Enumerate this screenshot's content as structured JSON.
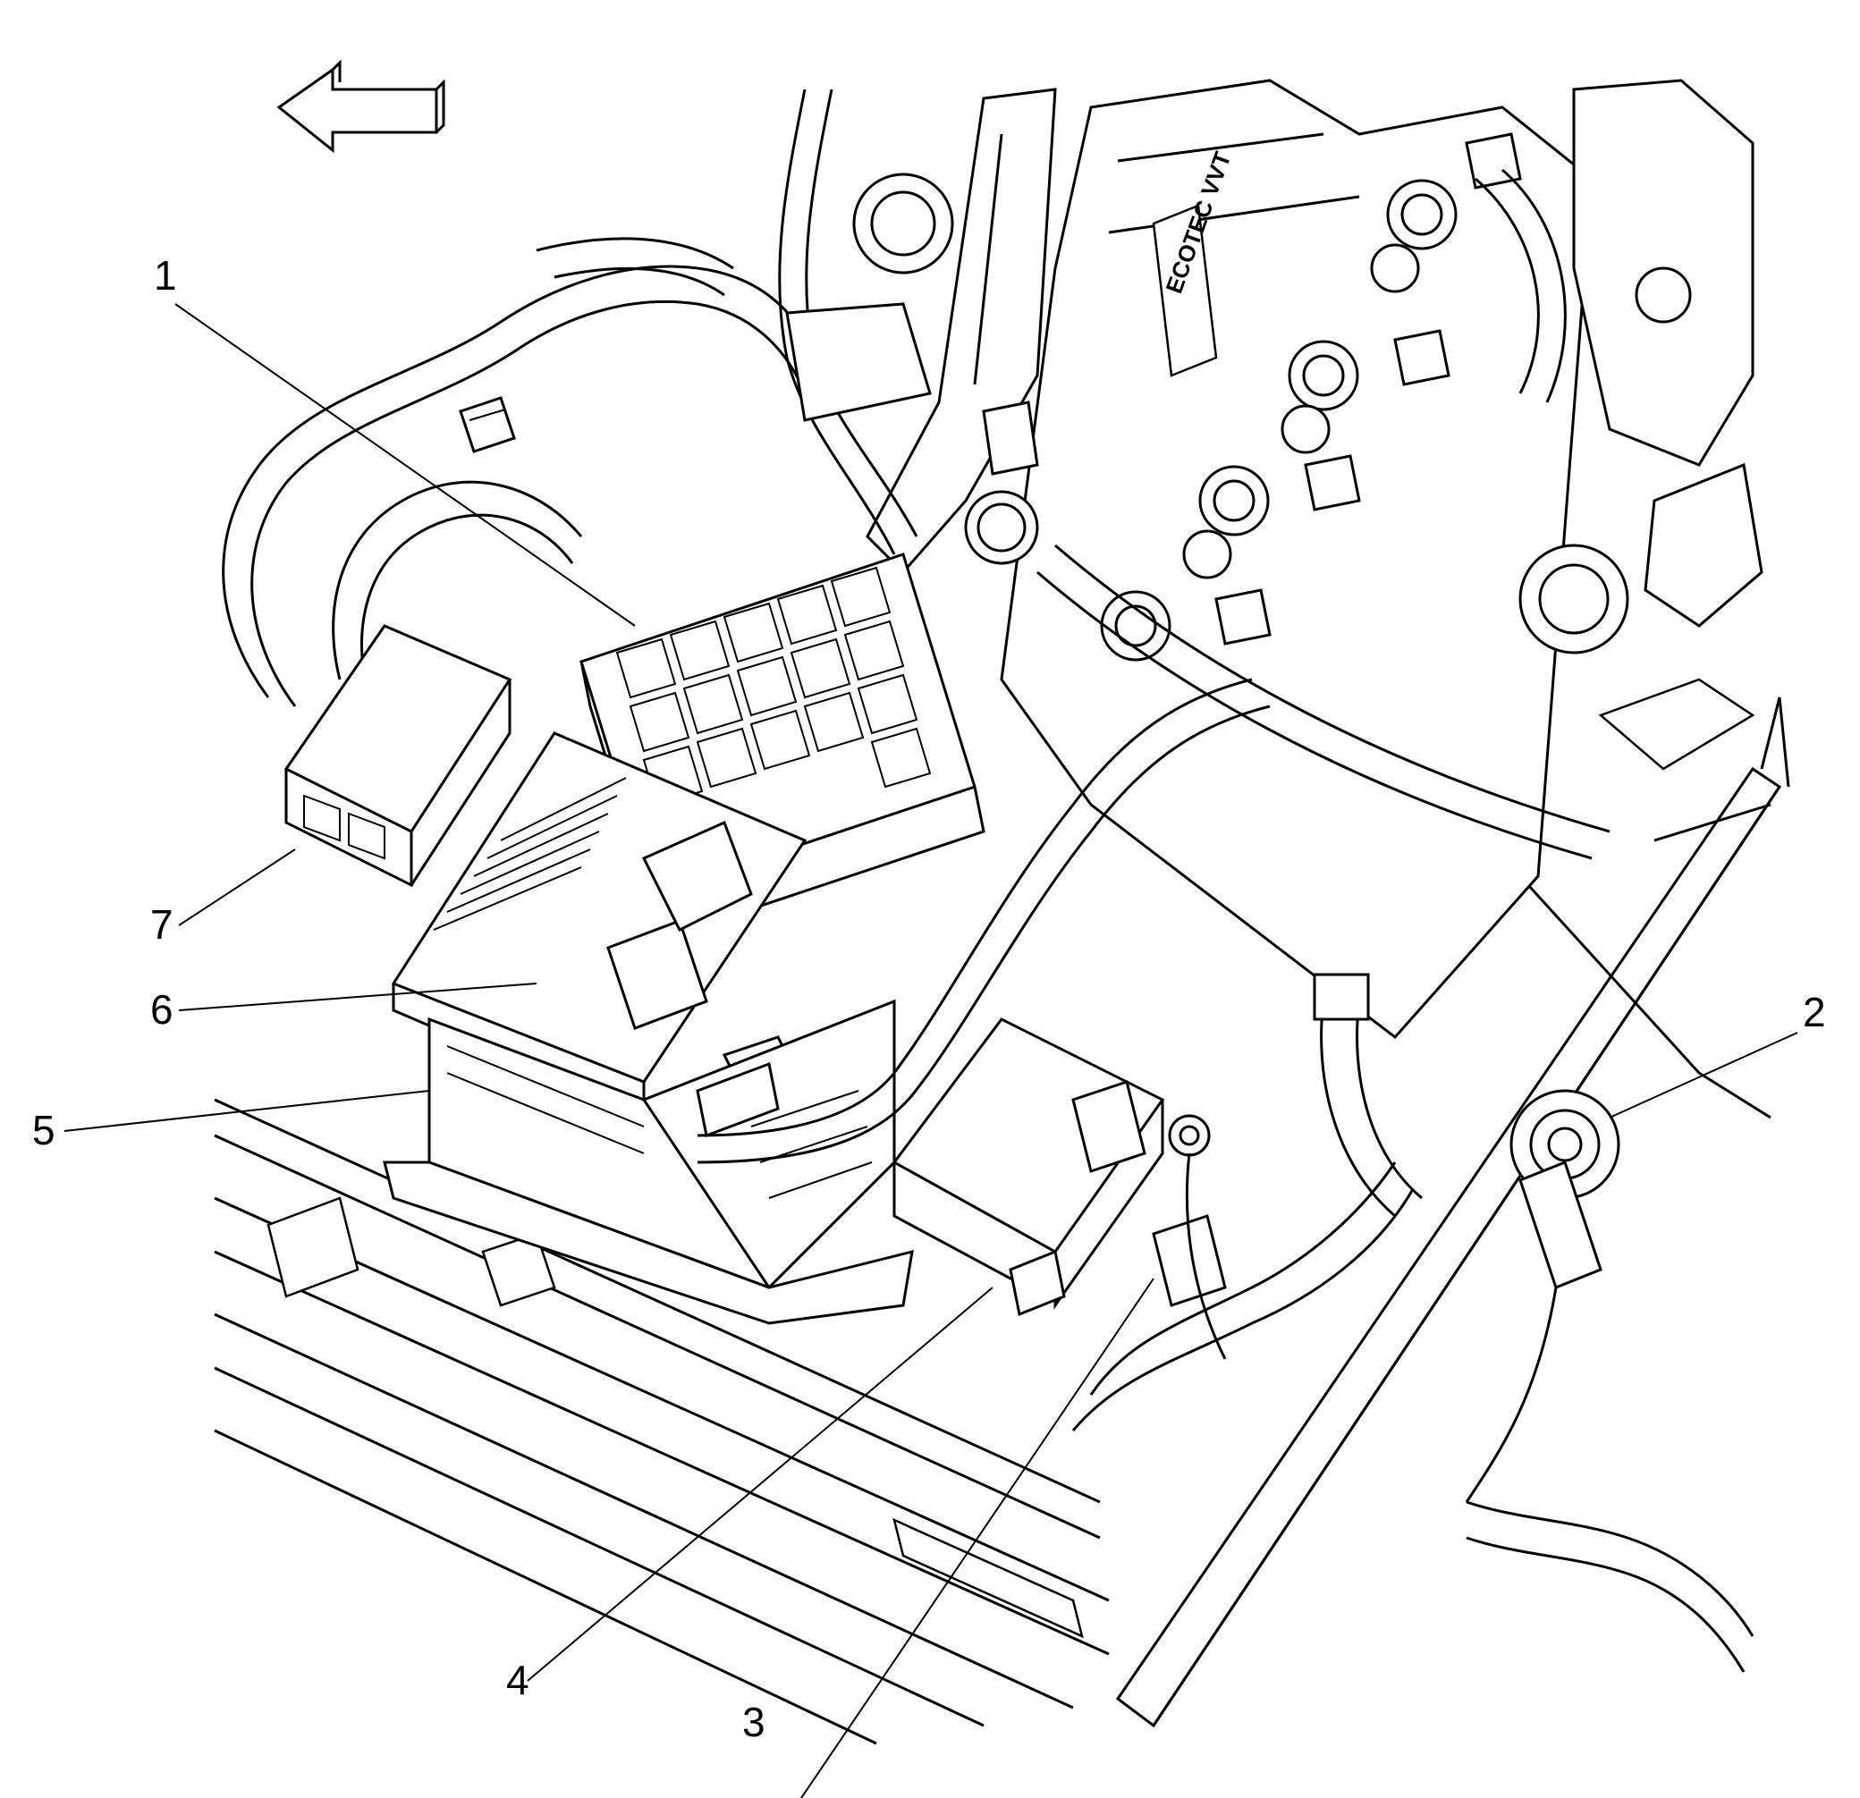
{
  "diagram": {
    "direction_arrow": "left-arrow",
    "engine_cover_logo": "ECOTEC VVT",
    "callouts": [
      {
        "id": "1",
        "label": "1"
      },
      {
        "id": "2",
        "label": "2"
      },
      {
        "id": "3",
        "label": "3"
      },
      {
        "id": "4",
        "label": "4"
      },
      {
        "id": "5",
        "label": "5"
      },
      {
        "id": "6",
        "label": "6"
      },
      {
        "id": "7",
        "label": "7"
      }
    ]
  }
}
